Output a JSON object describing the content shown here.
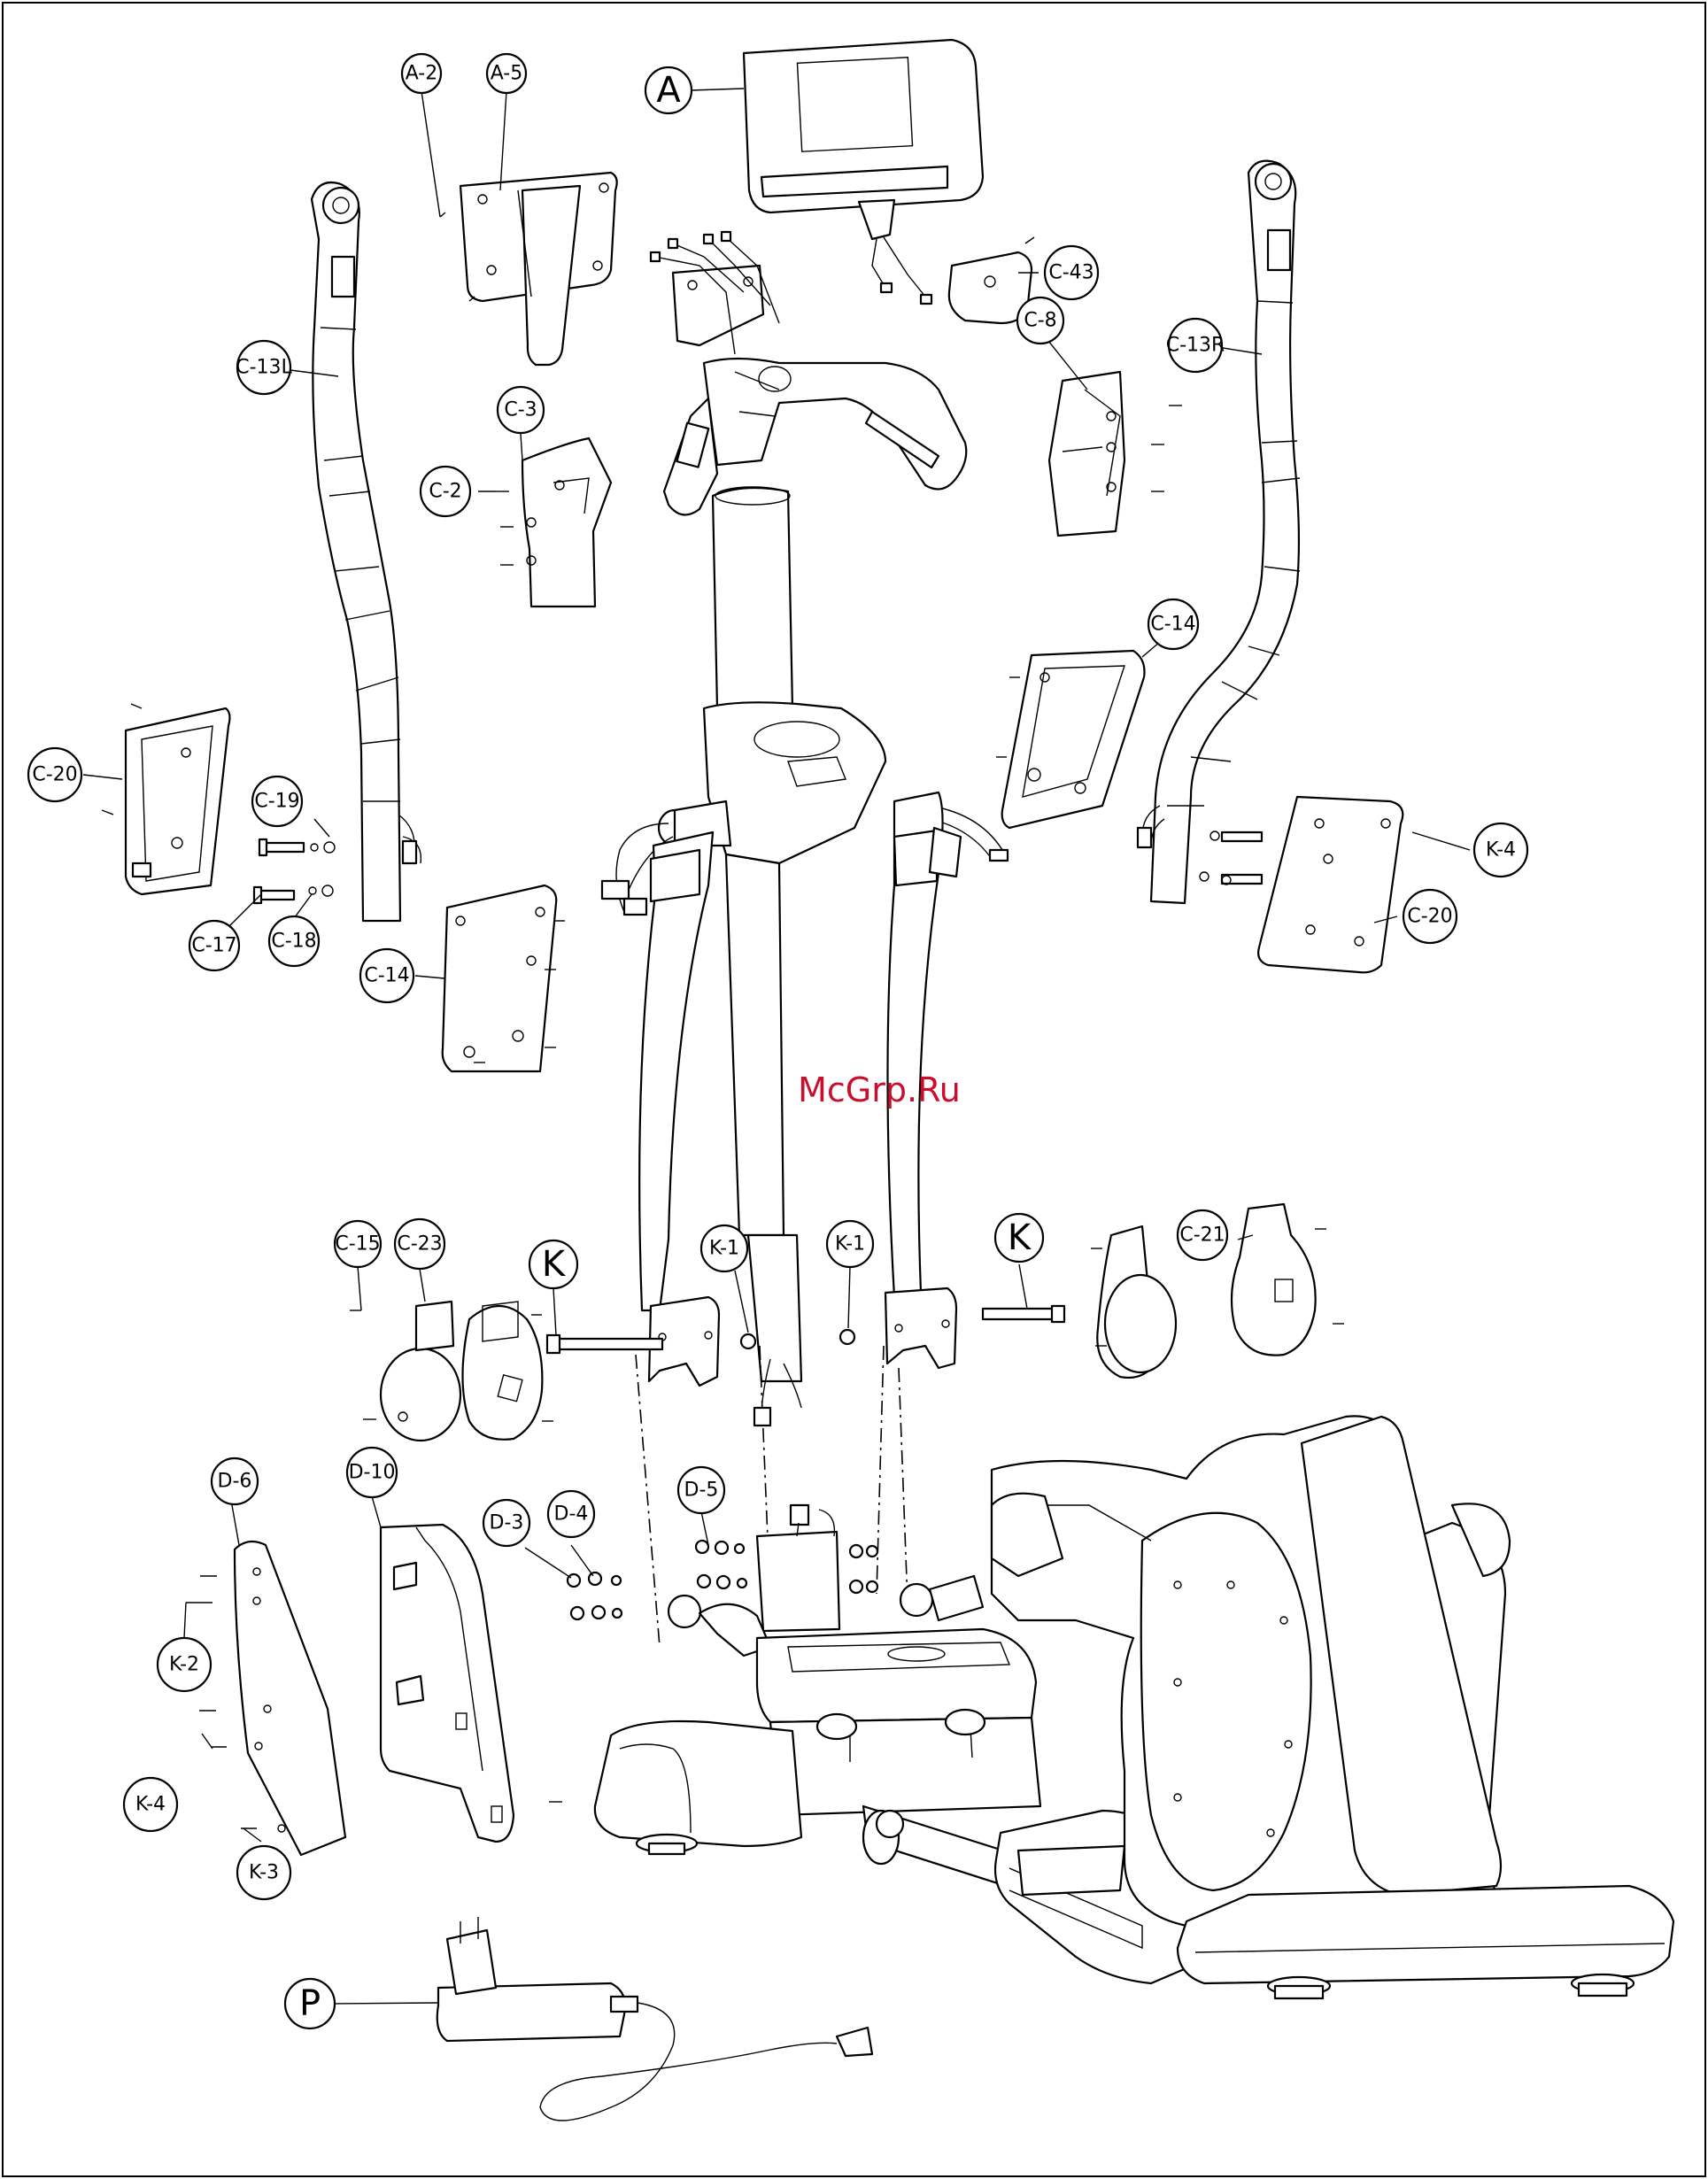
{
  "watermark": "McGrp.Ru",
  "callouts": {
    "a2": "A-2",
    "a5": "A-5",
    "a": "A",
    "c43": "C-43",
    "c8": "C-8",
    "c13l": "C-13L",
    "c13r": "C-13R",
    "c3": "C-3",
    "c2": "C-2",
    "c14_right": "C-14",
    "c20_left": "C-20",
    "c19": "C-19",
    "c17": "C-17",
    "c18": "C-18",
    "c14_left": "C-14",
    "k4_right": "K-4",
    "c20_right": "C-20",
    "c15": "C-15",
    "c23": "C-23",
    "k_left": "K",
    "k1_left": "K-1",
    "k1_right": "K-1",
    "k_right": "K",
    "c21": "C-21",
    "d6": "D-6",
    "d10": "D-10",
    "d3": "D-3",
    "d4": "D-4",
    "d5": "D-5",
    "k2": "K-2",
    "k4_left": "K-4",
    "k3": "K-3",
    "p": "P"
  },
  "colors": {
    "line": "#000000",
    "background": "#ffffff",
    "watermark": "#c8102e"
  }
}
